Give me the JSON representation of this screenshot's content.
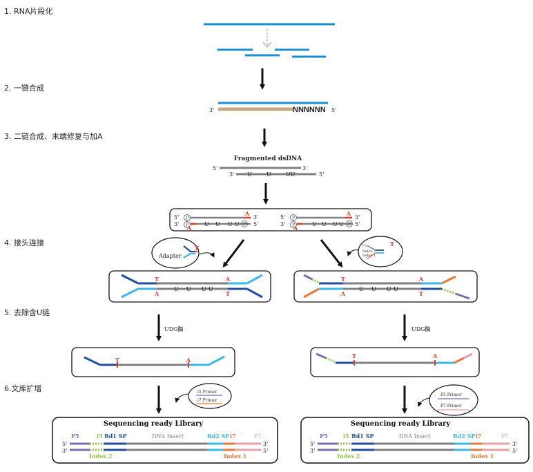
{
  "steps": [
    "1. RNA片段化",
    "2. 一链合成",
    "3. 二链合成、末端修复与加A",
    "4. 接头连接",
    "5. 去除含U链",
    "6.文库扩增"
  ],
  "step2": {
    "left_end": "3'",
    "right_end": "5'",
    "n_run": "NNNNNN"
  },
  "step3": {
    "title": "Fragmented dsDNA",
    "top_left": "5'",
    "top_right": "3'",
    "bot_left": "3'",
    "bot_right": "5'",
    "u_marks": [
      "U",
      "U",
      "UU"
    ]
  },
  "endrepair": {
    "p": "P",
    "a": "A",
    "five": "5'",
    "three": "3'",
    "u_marks": [
      "U",
      "U",
      "U",
      "U",
      "U"
    ]
  },
  "ligation": {
    "adapter_label": "Adapter",
    "t": "T",
    "a": "A",
    "p5": "P5",
    "index2": "Index 2",
    "index1": "Index 1",
    "u_marks": [
      "U",
      "U",
      "U",
      "U"
    ]
  },
  "udg": {
    "label": "UDG酶"
  },
  "amplify": {
    "left_primers": [
      "i5 Primer",
      "i7 Primer"
    ],
    "right_primers": [
      "P5 Primer",
      "P7 Primer"
    ]
  },
  "library": {
    "title": "Sequencing ready Library",
    "p5": "P5",
    "i5": "i5",
    "rd1": "Rd1 SP",
    "insert": "DNA Insert",
    "rd2": "Rd2 SP",
    "i7": "i7",
    "p7": "P7",
    "index2": "Index 2",
    "index1": "Index 1",
    "five": "5'",
    "three": "3'"
  },
  "colors": {
    "blue": "#1a8fd0",
    "tan": "#c8a985",
    "gray": "#808080",
    "red": "#e53a2a",
    "dark_blue": "#1f4f9c",
    "cyan": "#3bb8e8",
    "purple": "#7a6fb0",
    "green": "#8cc63f",
    "orange": "#e8753a",
    "pink": "#e8a0a8"
  }
}
